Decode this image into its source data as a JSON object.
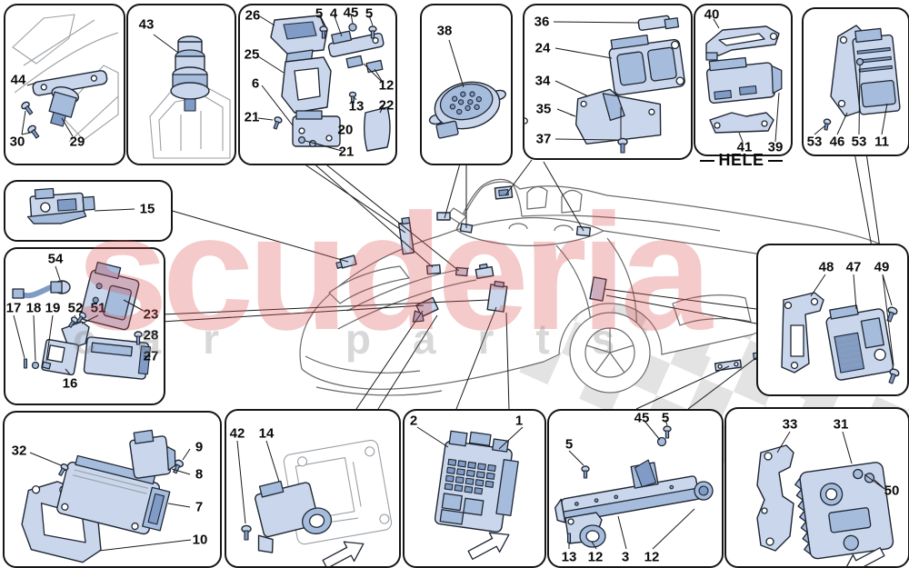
{
  "diagram": {
    "watermark_title": "scuderia",
    "watermark_subtitle": "car parts",
    "region_label": "HELE"
  },
  "colors": {
    "part_fill": "#c9d6eb",
    "part_shade": "#a6bcdd",
    "part_dark": "#7f9bc6",
    "outline": "#1f2733",
    "box_border": "#161616",
    "watermark_red": "#da4e4e",
    "watermark_gray": "#7d7d7d",
    "checker_gray": "#e3e3e3"
  },
  "callouts": {
    "box1": [
      "44",
      "30",
      "29"
    ],
    "box2": [
      "43"
    ],
    "box3": [
      "26",
      "5",
      "4",
      "45",
      "5",
      "25",
      "6",
      "21",
      "12",
      "13",
      "22",
      "20",
      "21"
    ],
    "box4": [
      "38"
    ],
    "box5": [
      "36",
      "24",
      "34",
      "35",
      "37"
    ],
    "box6": [
      "40",
      "41",
      "39"
    ],
    "box7": [
      "53",
      "46",
      "53",
      "11"
    ],
    "box8": [
      "15"
    ],
    "box9": [
      "54",
      "23",
      "17",
      "18",
      "19",
      "52",
      "51",
      "28",
      "27",
      "16"
    ],
    "box10": [
      "48",
      "47",
      "49"
    ],
    "box11": [
      "32",
      "9",
      "8",
      "7",
      "10"
    ],
    "box12": [
      "42",
      "14"
    ],
    "box13": [
      "2",
      "1"
    ],
    "box14": [
      "45",
      "5",
      "5",
      "13",
      "12",
      "3",
      "12"
    ],
    "box15": [
      "33",
      "31",
      "50"
    ]
  }
}
